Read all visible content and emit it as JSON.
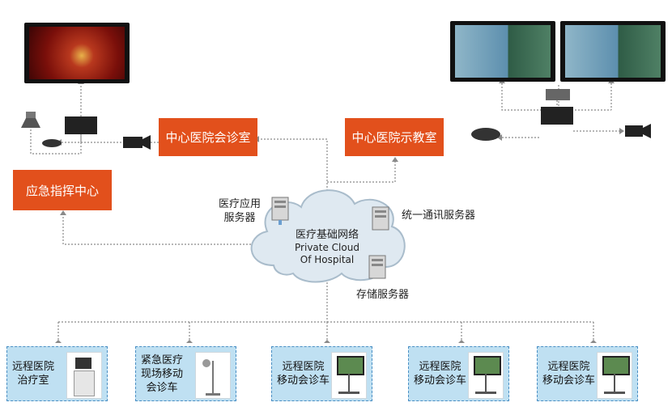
{
  "nodes": {
    "consult_room": "中心医院会诊室",
    "teaching_room": "中心医院示教室",
    "emergency_center": "应急指挥中心"
  },
  "cloud": {
    "title_cn": "医疗基础网络",
    "title_en_1": "Private Cloud",
    "title_en_2": "Of Hospital"
  },
  "servers": {
    "app_server_1": "医疗应用",
    "app_server_2": "服务器",
    "comm_server": "统一通讯服务器",
    "storage_server": "存储服务器"
  },
  "bottom_nodes": [
    {
      "line1": "远程医院",
      "line2": "治疗室",
      "line3": ""
    },
    {
      "line1": "紧急医疗",
      "line2": "现场移动",
      "line3": "会诊车"
    },
    {
      "line1": "远程医院",
      "line2": "移动会诊车",
      "line3": ""
    },
    {
      "line1": "远程医院",
      "line2": "移动会诊车",
      "line3": ""
    },
    {
      "line1": "远程医院",
      "line2": "移动会诊车",
      "line3": ""
    }
  ],
  "colors": {
    "node_orange": "#e2501c",
    "bottom_fill": "#bfe0f2",
    "bottom_border": "#4a8fc4",
    "dotted_line": "#8a8a8a"
  }
}
